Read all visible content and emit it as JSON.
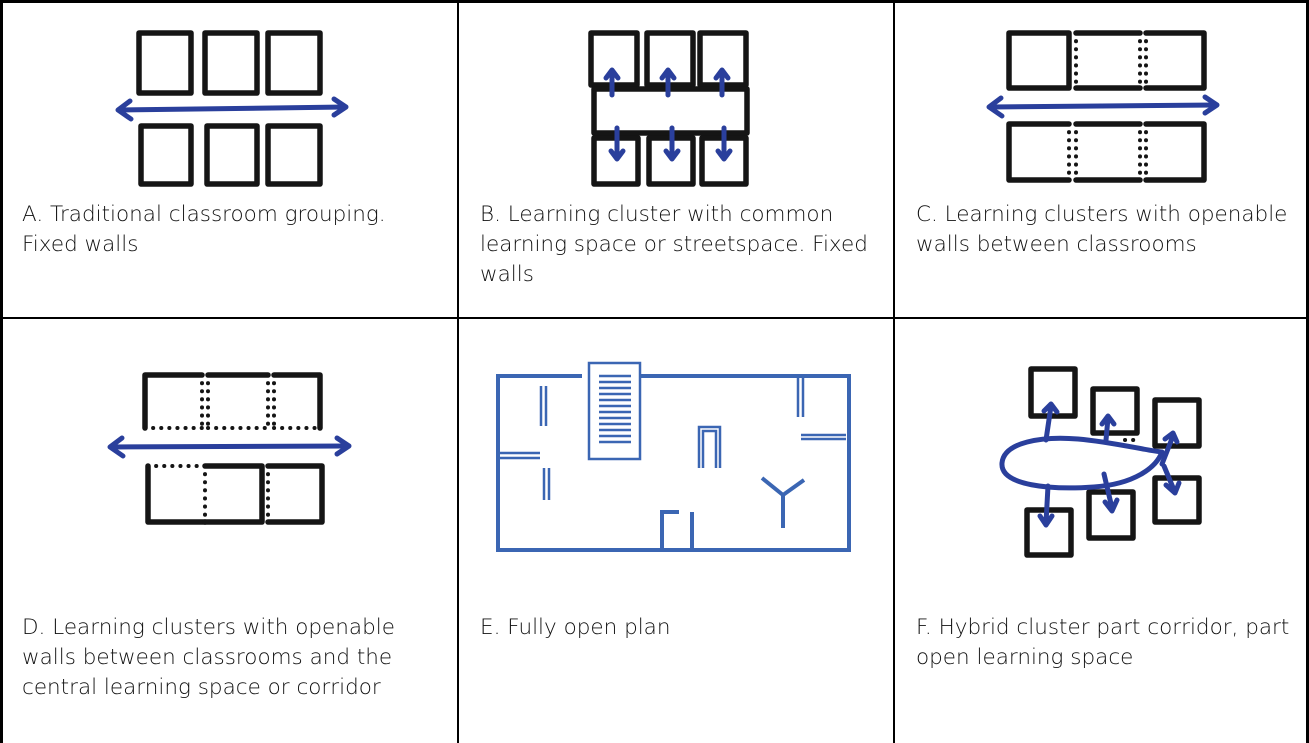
{
  "colors": {
    "ink": "#151515",
    "arrow": "#2a3f9c",
    "plan": "#3b66b3",
    "grid": "#000000"
  },
  "cells": [
    {
      "id": "A",
      "caption": "A. Traditional classroom grouping. Fixed walls"
    },
    {
      "id": "B",
      "caption": "B. Learning cluster with common learning space or streetspace. Fixed walls"
    },
    {
      "id": "C",
      "caption": "C. Learning clusters with openable walls between classrooms"
    },
    {
      "id": "D",
      "caption": "D. Learning clusters with openable walls between classrooms and the central learning space or corridor"
    },
    {
      "id": "E",
      "caption": "E. Fully open plan"
    },
    {
      "id": "F",
      "caption": "F. Hybrid cluster part corridor, part open learning space"
    }
  ]
}
